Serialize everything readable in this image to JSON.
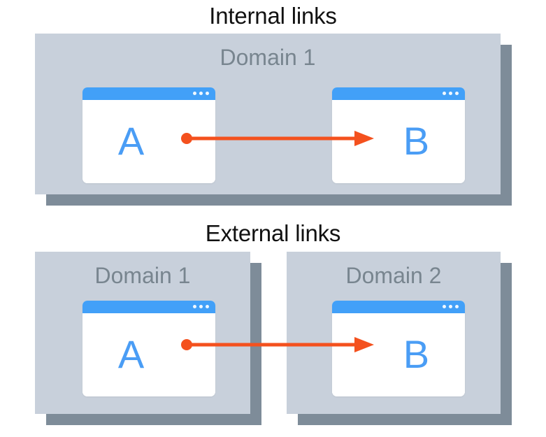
{
  "diagram": {
    "type": "link-types-illustration",
    "colors": {
      "panel_bg": "#c8d0db",
      "panel_shadow": "#7e8c99",
      "browser_titlebar": "#42a0f8",
      "page_letter": "#4a9df5",
      "arrow": "#f4511e",
      "domain_label": "#78858f",
      "section_title": "#111111",
      "card_bg": "#ffffff",
      "background": "#ffffff"
    },
    "sections": [
      {
        "id": "internal",
        "title": "Internal links",
        "domains": [
          {
            "id": "internal-domain-1",
            "label": "Domain 1",
            "pages": [
              "A",
              "B"
            ]
          }
        ],
        "link": {
          "from": "A",
          "to": "B",
          "source_marker": "dot",
          "target_marker": "arrowhead",
          "crosses_domain": false
        }
      },
      {
        "id": "external",
        "title": "External links",
        "domains": [
          {
            "id": "external-domain-1",
            "label": "Domain 1",
            "pages": [
              "A"
            ]
          },
          {
            "id": "external-domain-2",
            "label": "Domain 2",
            "pages": [
              "B"
            ]
          }
        ],
        "link": {
          "from": "A",
          "to": "B",
          "source_marker": "dot",
          "target_marker": "arrowhead",
          "crosses_domain": true
        }
      }
    ],
    "browser_chrome": {
      "dot_count": 3,
      "dot_label": "window-controls"
    }
  }
}
